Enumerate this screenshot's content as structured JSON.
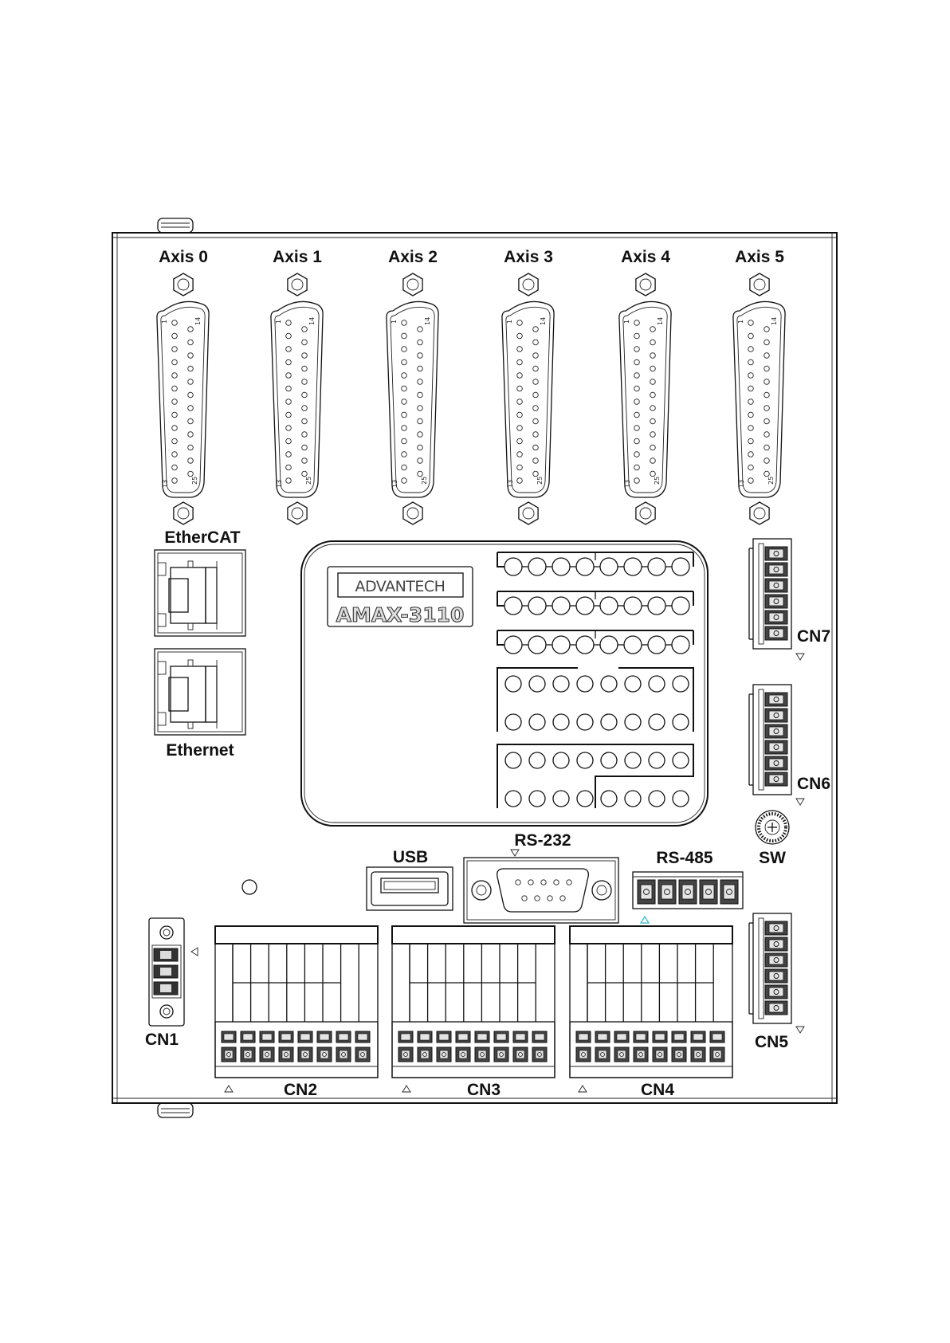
{
  "axes": [
    "Axis 0",
    "Axis 1",
    "Axis 2",
    "Axis 3",
    "Axis 4",
    "Axis 5"
  ],
  "dsub_pins": {
    "top_left": "1",
    "top_right": "14",
    "bottom_left": "13",
    "bottom_right": "25"
  },
  "ports": {
    "ethercat": "EtherCAT",
    "ethernet": "Ethernet",
    "usb": "USB",
    "rs232": "RS-232",
    "rs485": "RS-485",
    "sw": "SW"
  },
  "connectors": {
    "cn1": "CN1",
    "cn2": "CN2",
    "cn3": "CN3",
    "cn4": "CN4",
    "cn5": "CN5",
    "cn6": "CN6",
    "cn7": "CN7"
  },
  "brand": {
    "name": "ADVANTECH",
    "model": "AMAX-3110"
  },
  "colors": {
    "line": "#111111",
    "background": "#ffffff",
    "rs485_marker": "#2fb6c8"
  }
}
